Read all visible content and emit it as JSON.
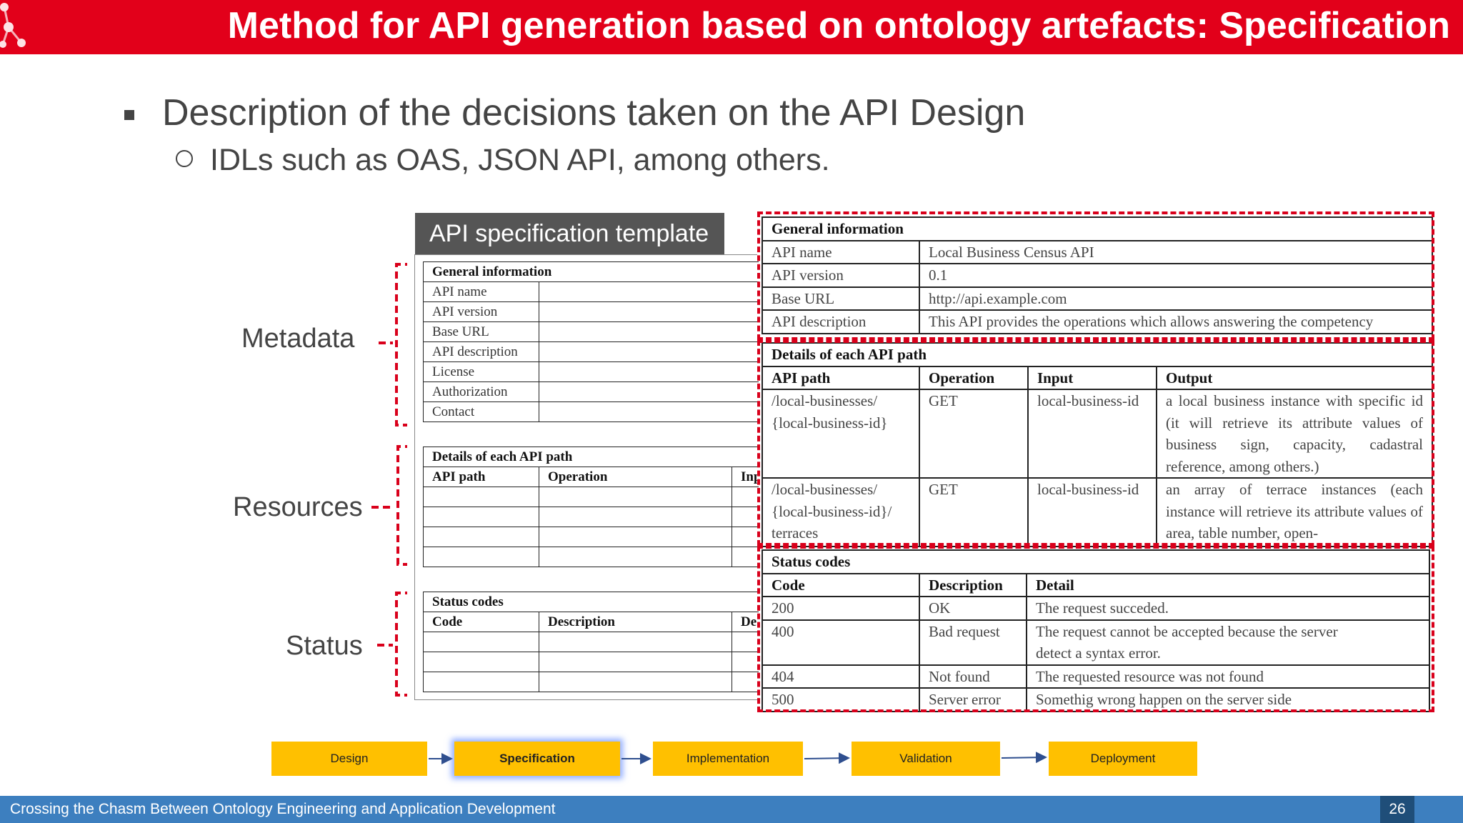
{
  "header": {
    "title": "Method for API generation based on ontology artefacts: Specification"
  },
  "bullets": {
    "level1": "Description of the decisions taken on the API Design",
    "level2": "IDLs such as OAS, JSON API, among others."
  },
  "side_labels": {
    "metadata": "Metadata",
    "resources": "Resources",
    "status": "Status"
  },
  "template": {
    "header": "API specification template",
    "general": {
      "title": "General information",
      "rows": [
        "API name",
        "API version",
        "Base URL",
        "API description",
        "License",
        "Authorization",
        "Contact"
      ]
    },
    "paths": {
      "title": "Details of each API path",
      "columns": [
        "API path",
        "Operation",
        "Inp"
      ]
    },
    "status": {
      "title": "Status codes",
      "columns": [
        "Code",
        "Description",
        "De"
      ]
    }
  },
  "example": {
    "general": {
      "title": "General information",
      "rows": [
        {
          "key": "API name",
          "value": "Local Business Census API"
        },
        {
          "key": "API version",
          "value": "0.1"
        },
        {
          "key": "Base URL",
          "value": "http://api.example.com"
        },
        {
          "key": "API description",
          "value": "This API provides the operations which allows answering the competency"
        }
      ]
    },
    "paths": {
      "title": "Details of each API path",
      "columns": [
        "API path",
        "Operation",
        "Input",
        "Output"
      ],
      "rows": [
        {
          "path": "/local-businesses/ {local-business-id}",
          "operation": "GET",
          "input": "local-business-id",
          "output": "a local business instance with specific id (it will retrieve its attribute values of business sign, capacity, cadastral reference, among others.)"
        },
        {
          "path": "/local-businesses/ {local-business-id}/ terraces",
          "operation": "GET",
          "input": "local-business-id",
          "output": "an array of terrace instances (each instance will retrieve its attribute values of area, table number, open-"
        }
      ]
    },
    "status": {
      "title": "Status codes",
      "columns": [
        "Code",
        "Description",
        "Detail"
      ],
      "rows": [
        {
          "code": "200",
          "description": "OK",
          "detail": "The request succeded."
        },
        {
          "code": "400",
          "description": "Bad request",
          "detail": "The request cannot be accepted because the server detect a syntax error."
        },
        {
          "code": "404",
          "description": "Not found",
          "detail": "The requested resource was not found"
        },
        {
          "code": "500",
          "description": "Server error",
          "detail": "Somethig wrong happen on the server side"
        }
      ]
    }
  },
  "workflow": {
    "steps": [
      "Design",
      "Specification",
      "Implementation",
      "Validation",
      "Deployment"
    ],
    "active": "Specification"
  },
  "footer": {
    "text": "Crossing the Chasm Between Ontology Engineering and Application Development",
    "page": "26"
  },
  "colors": {
    "brand_red": "#e2001a",
    "footer_blue": "#3d7fbf",
    "step_yellow": "#ffc000",
    "dash_red": "#d9001b"
  }
}
